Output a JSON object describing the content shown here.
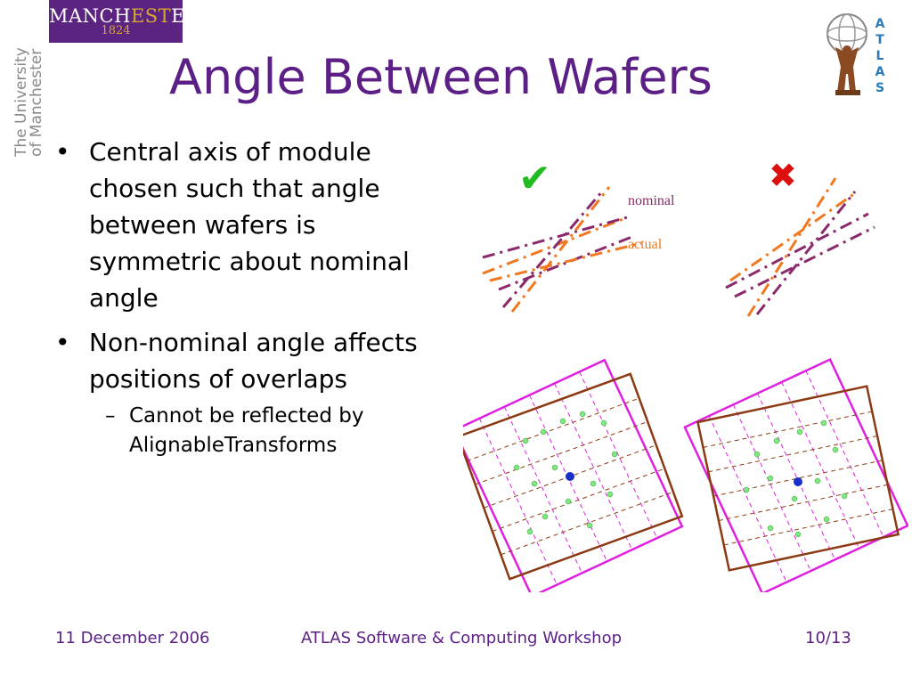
{
  "logo": {
    "name_pre": "MANCH",
    "name_est": "EST",
    "name_post": "ER",
    "year": "1824"
  },
  "university": {
    "line1": "The University",
    "line2": "of Manchester"
  },
  "title": "Angle Between Wafers",
  "bullets": [
    {
      "marker": "•",
      "text": "Central axis of module chosen such that angle between wafers is symmetric about nominal angle"
    },
    {
      "marker": "•",
      "text": "Non-nominal angle affects positions of overlaps"
    }
  ],
  "sub_bullet": {
    "marker": "–",
    "text": "Cannot be reflected by AlignableTransforms"
  },
  "diagram": {
    "label_nominal": "nominal",
    "label_actual": "actual",
    "check_mark": "✔",
    "cross_mark": "✖",
    "colors": {
      "nominal": "#8b2a6a",
      "actual": "#f07820",
      "check": "#22bb22",
      "cross": "#dd1010",
      "brown": "#8b3a14",
      "magenta": "#e020e0",
      "green_dot": "#7de87d",
      "blue_dot": "#1830c8"
    }
  },
  "atlas": {
    "letters": [
      "A",
      "T",
      "L",
      "A",
      "S"
    ],
    "color": "#2a7ab8"
  },
  "footer": {
    "date": "11 December 2006",
    "center": "ATLAS Software & Computing Workshop",
    "page": "10/13"
  }
}
